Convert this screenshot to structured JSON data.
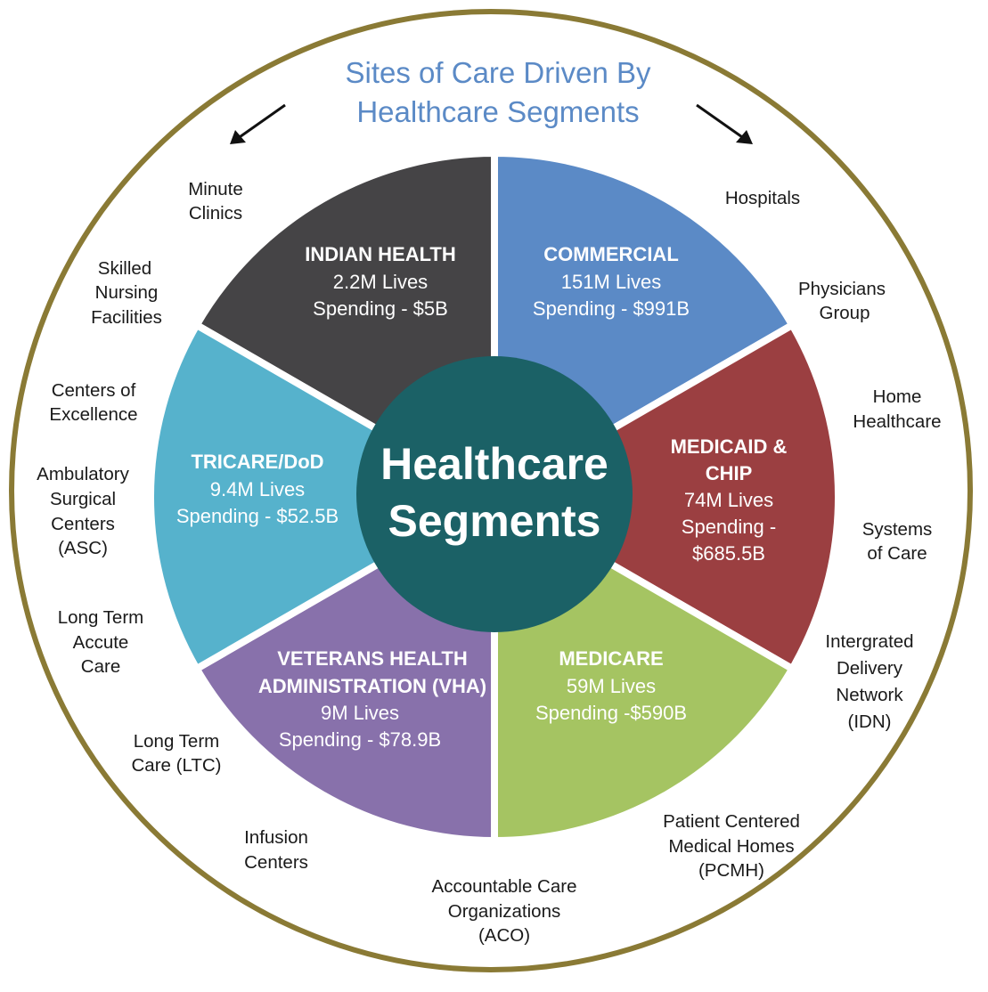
{
  "title": [
    "Sites of Care Driven By",
    "Healthcare Segments"
  ],
  "center": [
    "Healthcare",
    "Segments"
  ],
  "colors": {
    "ring": "#8a7a35",
    "title": "#5b8ac6",
    "center": "#1b6166",
    "indian_health": "#454446",
    "commercial": "#5b8ac6",
    "medicaid": "#9b3f41",
    "medicare": "#a5c462",
    "veterans": "#8871ab",
    "tricare": "#56b2cc"
  },
  "segments": {
    "indian_health": {
      "name": [
        "INDIAN HEALTH"
      ],
      "lives": "2.2M Lives",
      "spending": [
        "Spending - $5B"
      ]
    },
    "commercial": {
      "name": [
        "COMMERCIAL"
      ],
      "lives": "151M Lives",
      "spending": [
        "Spending - $991B"
      ]
    },
    "medicaid": {
      "name": [
        "MEDICAID &",
        "CHIP"
      ],
      "lives": "74M Lives",
      "spending": [
        "Spending -",
        "$685.5B"
      ]
    },
    "medicare": {
      "name": [
        "MEDICARE"
      ],
      "lives": "59M Lives",
      "spending": [
        "Spending -$590B"
      ]
    },
    "veterans": {
      "name": [
        "VETERANS HEALTH",
        "ADMINISTRATION (VHA)"
      ],
      "lives": "9M Lives",
      "spending": [
        "Spending - $78.9B"
      ]
    },
    "tricare": {
      "name": [
        "TRICARE/DoD"
      ],
      "lives": "9.4M Lives",
      "spending": [
        "Spending - $52.5B"
      ]
    }
  },
  "sites": {
    "minute_clinics": [
      "Minute",
      "Clinics"
    ],
    "hospitals": [
      "Hospitals"
    ],
    "skilled_nursing": [
      "Skilled",
      "Nursing",
      "Facilities"
    ],
    "physicians_group": [
      "Physicians",
      "Group"
    ],
    "centers_of_excellence": [
      "Centers of",
      "Excellence"
    ],
    "home_healthcare": [
      "Home",
      "Healthcare"
    ],
    "ambulatory_surgical": [
      "Ambulatory",
      "Surgical",
      "Centers",
      "(ASC)"
    ],
    "systems_of_care": [
      "Systems",
      "of Care"
    ],
    "long_term_acute": [
      "Long Term",
      "Accute",
      "Care"
    ],
    "idn": [
      "Intergrated",
      "Delivery",
      "Network",
      "(IDN)"
    ],
    "ltc": [
      "Long Term",
      "Care (LTC)"
    ],
    "pcmh": [
      "Patient Centered",
      "Medical Homes",
      "(PCMH)"
    ],
    "infusion_centers": [
      "Infusion",
      "Centers"
    ],
    "aco": [
      "Accountable Care",
      "Organizations",
      "(ACO)"
    ]
  }
}
